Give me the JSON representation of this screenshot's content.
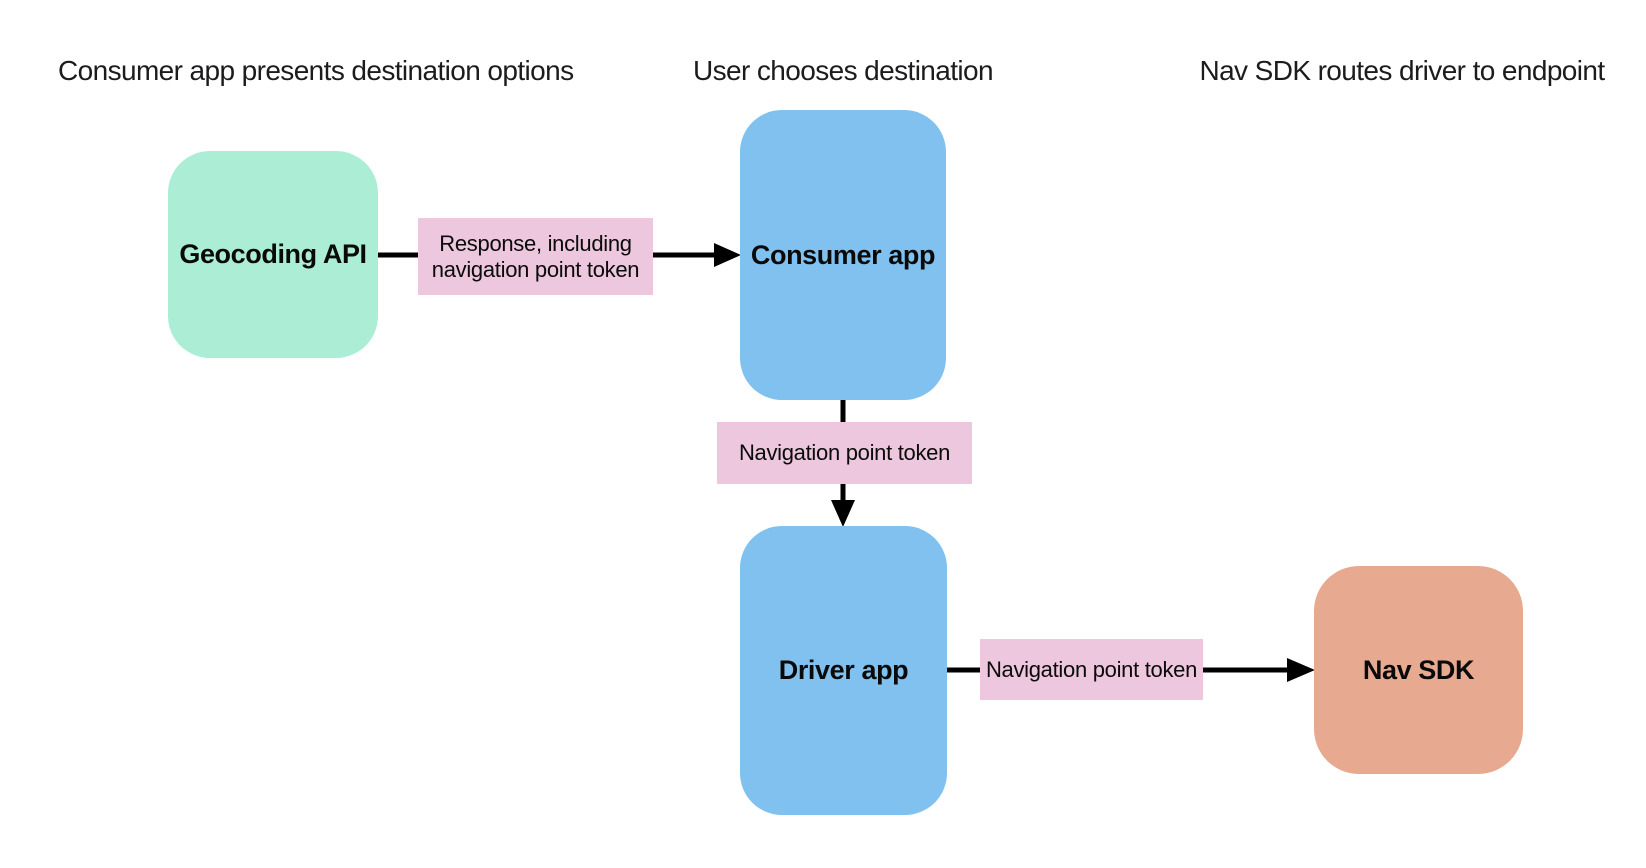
{
  "diagram": {
    "background": "#ffffff",
    "headers": [
      {
        "text": "Consumer app presents destination options"
      },
      {
        "text": "User chooses destination"
      },
      {
        "text": "Nav SDK routes driver to endpoint"
      }
    ],
    "nodes": [
      {
        "id": "geocoding-api",
        "label": "Geocoding API",
        "fill": "#abeed5"
      },
      {
        "id": "consumer-app",
        "label": "Consumer app",
        "fill": "#81c1ef"
      },
      {
        "id": "driver-app",
        "label": "Driver app",
        "fill": "#81c1ef"
      },
      {
        "id": "nav-sdk",
        "label": "Nav SDK",
        "fill": "#e7a98f"
      }
    ],
    "edge_labels": [
      {
        "text": "Response, including navigation point token",
        "fill": "#ecc7dd"
      },
      {
        "text": "Navigation point token",
        "fill": "#ecc7dd"
      },
      {
        "text": "Navigation point token",
        "fill": "#ecc7dd"
      }
    ],
    "edges": [
      {
        "from": "geocoding-api",
        "to": "consumer-app",
        "label": "Response, including navigation point token",
        "direction": "right"
      },
      {
        "from": "consumer-app",
        "to": "driver-app",
        "label": "Navigation point token",
        "direction": "down"
      },
      {
        "from": "driver-app",
        "to": "nav-sdk",
        "label": "Navigation point token",
        "direction": "right"
      }
    ],
    "colors": {
      "arrow": "#000000",
      "node_green": "#abeed5",
      "node_blue": "#81c1ef",
      "node_orange": "#e7a98f",
      "label_pink": "#ecc7dd",
      "header_text": "#1c1c1e"
    }
  }
}
